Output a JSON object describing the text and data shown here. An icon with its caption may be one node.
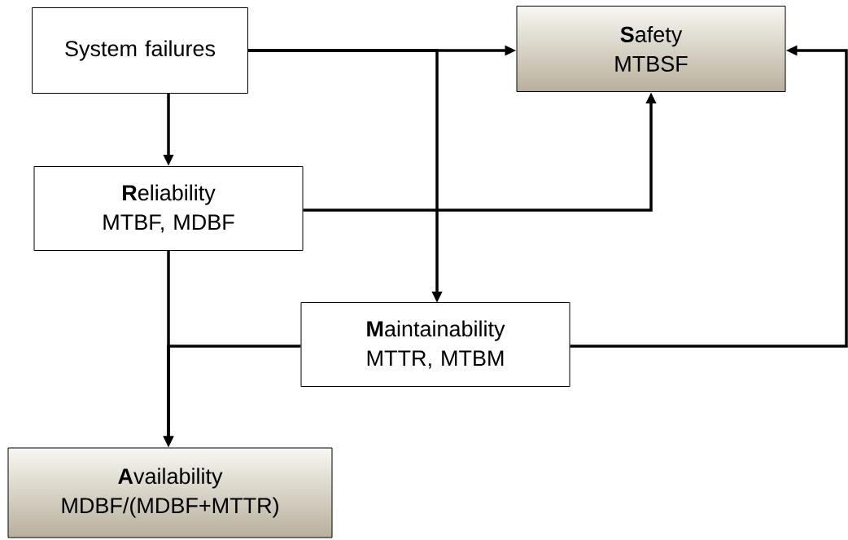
{
  "diagram": {
    "nodes": [
      {
        "text": [
          "System failures"
        ]
      },
      {
        "text": [
          "**S**afety",
          "MTBSF"
        ]
      },
      {
        "text": [
          "**R**eliability",
          "MTBF, MDBF"
        ]
      },
      {
        "text": [
          "**M**aintainability",
          "MTTR, MTBM"
        ]
      },
      {
        "text": [
          "**A**vailability",
          "MDBF/(MDBF+MTTR)"
        ]
      }
    ],
    "edges": [
      {
        "from": 0,
        "to": 1,
        "arrow": "to"
      },
      {
        "from": 0,
        "to": 3,
        "arrow": "to"
      },
      {
        "from": 0,
        "to": 2,
        "arrow": "to"
      },
      {
        "from": 2,
        "to": 1,
        "arrow": "to"
      },
      {
        "from": 2,
        "to": 4,
        "arrow": "to"
      },
      {
        "from": 3,
        "to": 4,
        "arrow": "to"
      },
      {
        "from": 3,
        "to": 1,
        "arrow": "to"
      }
    ]
  }
}
